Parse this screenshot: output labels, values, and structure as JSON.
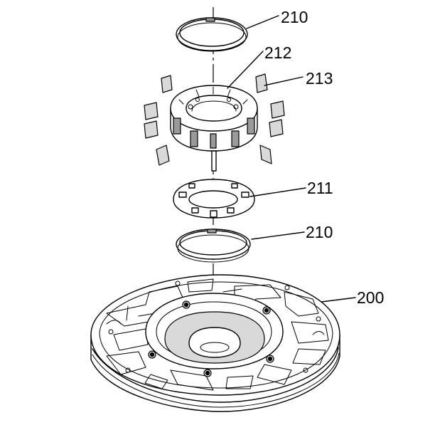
{
  "callouts": [
    {
      "id": "seal-ring-top",
      "label": "210"
    },
    {
      "id": "stator-housing",
      "label": "212"
    },
    {
      "id": "vane-blocks",
      "label": "213"
    },
    {
      "id": "thrust-washer",
      "label": "211"
    },
    {
      "id": "seal-ring-bottom",
      "label": "210"
    },
    {
      "id": "pump-body",
      "label": "200"
    }
  ]
}
